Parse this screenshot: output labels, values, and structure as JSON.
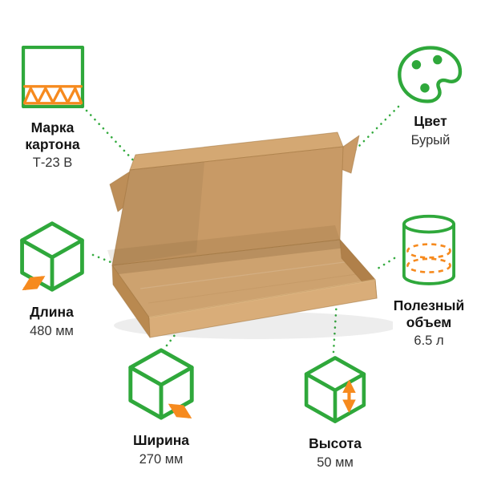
{
  "colors": {
    "accent_green": "#2fa83b",
    "accent_orange": "#f68a1e",
    "cardboard": "#cda26f"
  },
  "specs": [
    {
      "id": "cardboard-grade",
      "label": "Марка картона",
      "value": "Т-23 В"
    },
    {
      "id": "color",
      "label": "Цвет",
      "value": "Бурый"
    },
    {
      "id": "length",
      "label": "Длина",
      "value": "480 мм"
    },
    {
      "id": "volume",
      "label": "Полезный объем",
      "value": "6.5 л"
    },
    {
      "id": "width",
      "label": "Ширина",
      "value": "270 мм"
    },
    {
      "id": "height",
      "label": "Высота",
      "value": "50 мм"
    }
  ]
}
